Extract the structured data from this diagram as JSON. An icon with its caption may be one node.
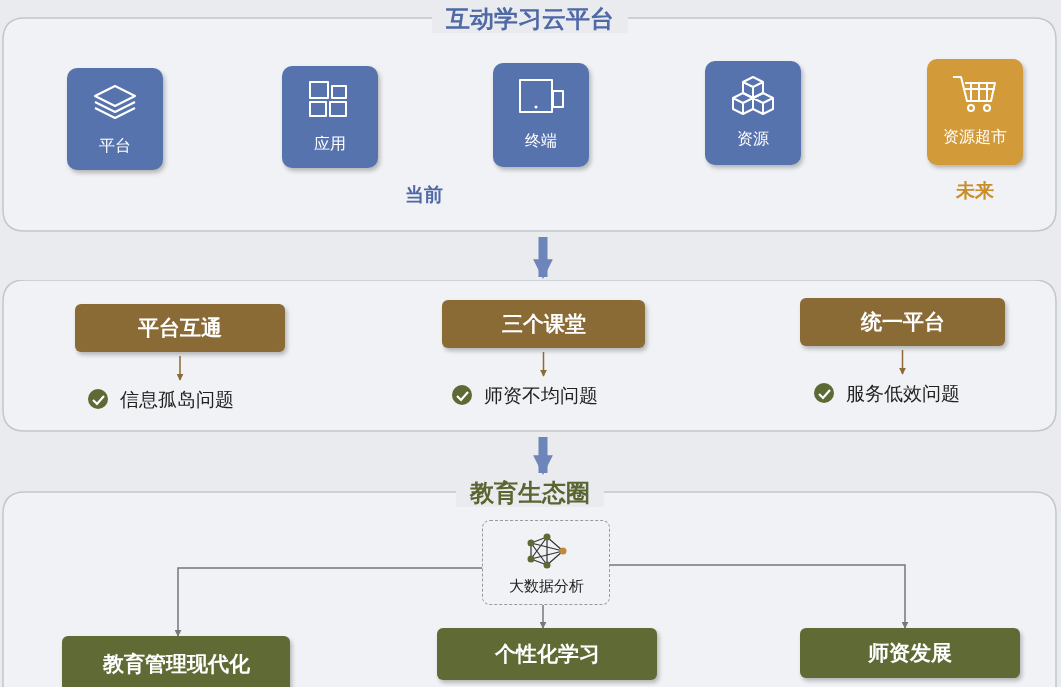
{
  "diagram": {
    "nodes": [
      {
        "text": [
          "互动学习云平台"
        ]
      },
      {
        "text": [
          "平台"
        ],
        "in": 0
      },
      {
        "text": [
          "应用"
        ],
        "in": 0
      },
      {
        "text": [
          "终端"
        ],
        "in": 0
      },
      {
        "text": [
          "资源"
        ],
        "in": 0
      },
      {
        "text": [
          "资源超市"
        ],
        "in": 0,
        "beside": [
          "未来"
        ]
      },
      {
        "text": [],
        "shape": "box"
      },
      {
        "text": [
          "平台互通"
        ],
        "in": 6
      },
      {
        "text": [
          "信息孤岛问题"
        ],
        "in": 6
      },
      {
        "text": [
          "三个课堂"
        ],
        "in": 6
      },
      {
        "text": [
          "师资不均问题"
        ],
        "in": 6
      },
      {
        "text": [
          "统一平台"
        ],
        "in": 6
      },
      {
        "text": [
          "服务低效问题"
        ],
        "in": 6
      },
      {
        "text": [
          "教育生态圈"
        ]
      },
      {
        "text": [
          "大数据分析"
        ],
        "in": 13
      },
      {
        "text": [
          "教育管理现代化"
        ],
        "in": 13
      },
      {
        "text": [
          "个性化学习"
        ],
        "in": 13
      },
      {
        "text": [
          "师资发展"
        ],
        "in": 13
      }
    ],
    "edges": [
      {
        "from": 0,
        "to": 6,
        "arrow": "to",
        "style": "thick",
        "color": "#6d85b8"
      },
      {
        "from": 6,
        "to": 13,
        "arrow": "to",
        "style": "thick",
        "color": "#6d85b8"
      },
      {
        "from": 7,
        "to": 8,
        "arrow": "to",
        "color": "#8a6a35"
      },
      {
        "from": 9,
        "to": 10,
        "arrow": "to",
        "color": "#8a6a35"
      },
      {
        "from": 11,
        "to": 12,
        "arrow": "to",
        "color": "#8a6a35"
      },
      {
        "from": 14,
        "to": 15,
        "arrow": "to"
      },
      {
        "from": 14,
        "to": 16,
        "arrow": "to"
      },
      {
        "from": 14,
        "to": 17,
        "arrow": "to"
      }
    ],
    "labels": [
      "当前"
    ]
  }
}
